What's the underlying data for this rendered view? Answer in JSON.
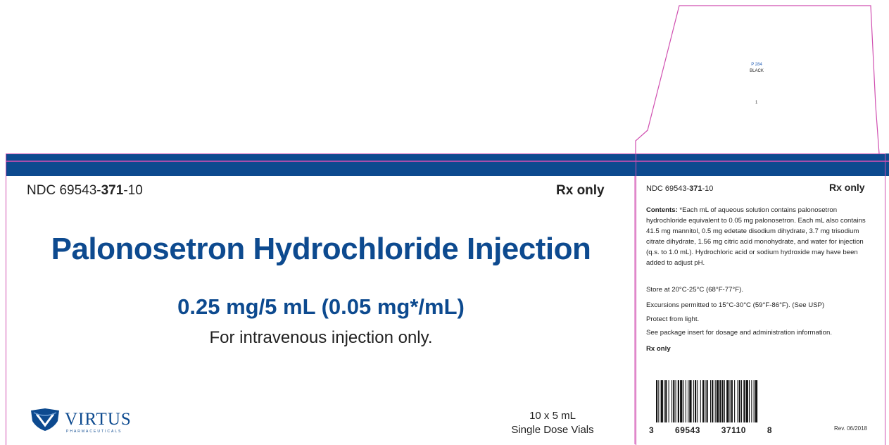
{
  "front": {
    "ndc_prefix": "NDC 69543-",
    "ndc_bold": "371",
    "ndc_suffix": "-10",
    "rx": "Rx only",
    "title": "Palonosetron Hydrochloride Injection",
    "strength": "0.25 mg/5 mL (0.05 mg*/mL)",
    "route": "For intravenous injection only.",
    "logo_name": "VIRTUS",
    "logo_sub": "PHARMACEUTICALS",
    "pack_line1": "10 x 5 mL",
    "pack_line2": "Single Dose Vials"
  },
  "side": {
    "ndc_prefix": "NDC 69543-",
    "ndc_bold": "371",
    "ndc_suffix": "-10",
    "rx": "Rx only",
    "contents_label": "Contents:",
    "contents_text": " *Each mL of aqueous solution contains palonosetron hydrochloride equivalent to 0.05 mg palonosetron. Each mL also contains 41.5 mg mannitol, 0.5 mg edetate disodium dihydrate, 3.7 mg trisodium citrate dihydrate, 1.56 mg citric acid monohydrate, and water for injection (q.s. to 1.0 mL). Hydrochloric acid or sodium hydroxide may have been added to adjust pH.",
    "storage": "Store at 20°C-25°C (68°F-77°F).",
    "excursions": "Excursions permitted to 15°C-30°C (59°F-86°F). (See USP)",
    "light": "Protect from light.",
    "insert": "See package insert for dosage and administration information.",
    "rx_bottom": "Rx only",
    "barcode_digits": [
      "3",
      "69543",
      "37110",
      "8"
    ],
    "rev": "Rev. 06/2018"
  },
  "tuck_flap": {
    "pms_line1": "P 284",
    "pms_line2": "BLACK",
    "mark": "1"
  },
  "colors": {
    "brand_blue": "#0d4a8f",
    "dieline": "#d04fb0"
  }
}
